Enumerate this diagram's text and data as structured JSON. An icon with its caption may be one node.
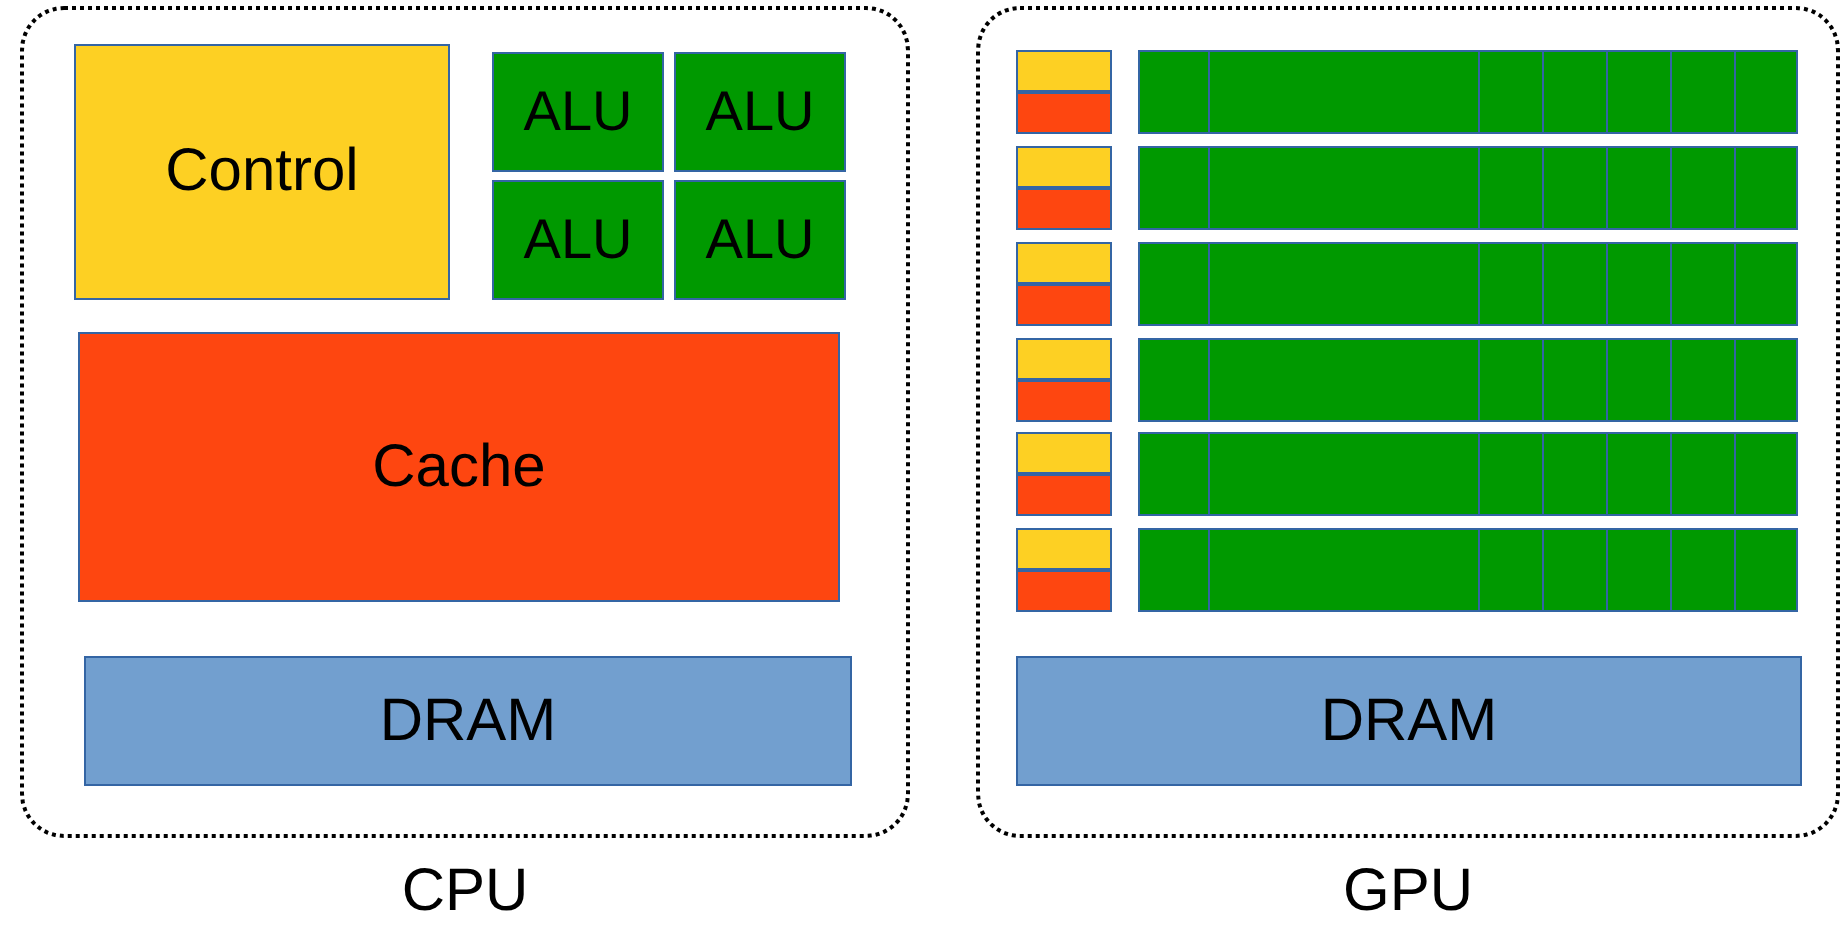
{
  "diagram": {
    "nodes": [
      {
        "text": [
          "CPU"
        ]
      },
      {
        "text": [
          "Control"
        ],
        "in": 0
      },
      {
        "text": [
          "ALU"
        ],
        "in": 0
      },
      {
        "text": [
          "ALU"
        ],
        "in": 0
      },
      {
        "text": [
          "ALU"
        ],
        "in": 0
      },
      {
        "text": [
          "ALU"
        ],
        "in": 0
      },
      {
        "text": [
          "Cache"
        ],
        "in": 0
      },
      {
        "text": [
          "DRAM"
        ],
        "in": 0
      },
      {
        "text": [
          "GPU"
        ]
      },
      {
        "text": [],
        "shape": "box",
        "in": 8
      },
      {
        "text": [],
        "shape": "box",
        "in": 8
      },
      {
        "text": [],
        "shape": "bar",
        "in": 8
      },
      {
        "text": [],
        "shape": "box",
        "in": 8
      },
      {
        "text": [],
        "shape": "box",
        "in": 8
      },
      {
        "text": [],
        "shape": "bar",
        "in": 8
      },
      {
        "text": [],
        "shape": "box",
        "in": 8
      },
      {
        "text": [],
        "shape": "box",
        "in": 8
      },
      {
        "text": [],
        "shape": "bar",
        "in": 8
      },
      {
        "text": [],
        "shape": "box",
        "in": 8
      },
      {
        "text": [],
        "shape": "box",
        "in": 8
      },
      {
        "text": [],
        "shape": "bar",
        "in": 8
      },
      {
        "text": [],
        "shape": "box",
        "in": 8
      },
      {
        "text": [],
        "shape": "box",
        "in": 8
      },
      {
        "text": [],
        "shape": "bar",
        "in": 8
      },
      {
        "text": [],
        "shape": "box",
        "in": 8
      },
      {
        "text": [],
        "shape": "box",
        "in": 8
      },
      {
        "text": [],
        "shape": "bar",
        "in": 8
      },
      {
        "text": [
          "DRAM"
        ],
        "in": 8
      }
    ],
    "edges": []
  }
}
